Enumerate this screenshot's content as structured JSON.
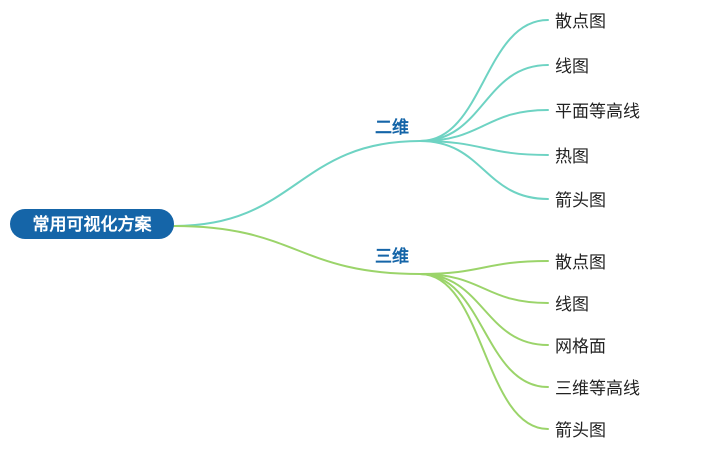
{
  "root": {
    "label": "常用可视化方案"
  },
  "branches": [
    {
      "label": "二维",
      "color": "#6ed3c3",
      "children": [
        "散点图",
        "线图",
        "平面等高线",
        "热图",
        "箭头图"
      ]
    },
    {
      "label": "三维",
      "color": "#9bd46a",
      "children": [
        "散点图",
        "线图",
        "网格面",
        "三维等高线",
        "箭头图"
      ]
    }
  ],
  "colors": {
    "root_fill": "#1565a8",
    "branch_text": "#1565a8",
    "leaf_text": "#222222"
  }
}
